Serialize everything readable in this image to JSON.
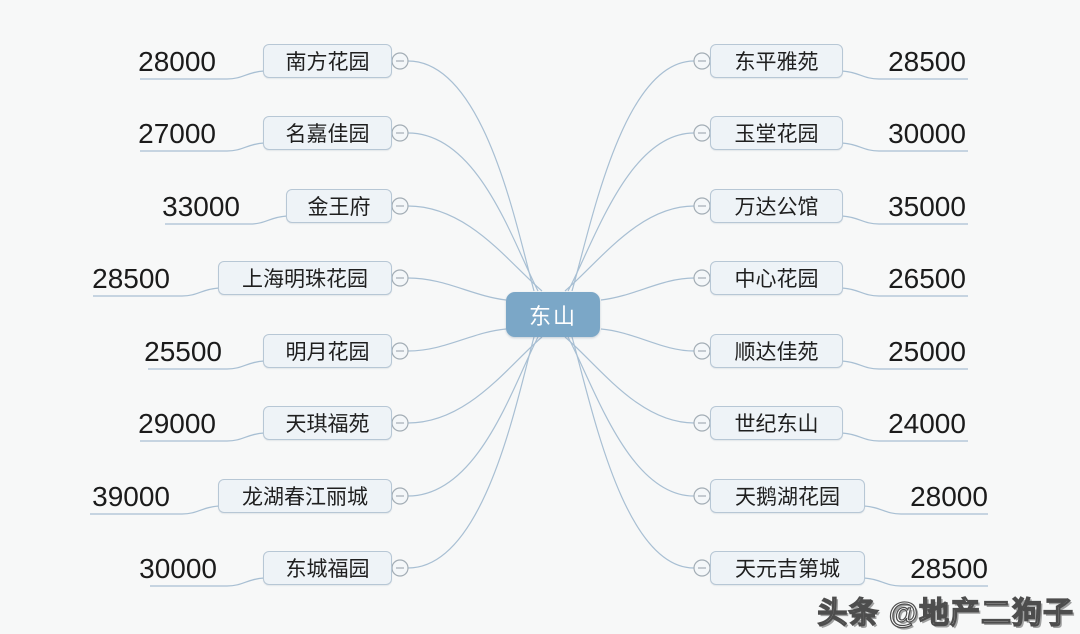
{
  "center": {
    "label": "东山"
  },
  "branches": {
    "left": [
      {
        "name": "南方花园",
        "price": "28000"
      },
      {
        "name": "名嘉佳园",
        "price": "27000"
      },
      {
        "name": "金王府",
        "price": "33000"
      },
      {
        "name": "上海明珠花园",
        "price": "28500"
      },
      {
        "name": "明月花园",
        "price": "25500"
      },
      {
        "name": "天琪福苑",
        "price": "29000"
      },
      {
        "name": "龙湖春江丽城",
        "price": "39000"
      },
      {
        "name": "东城福园",
        "price": "30000"
      }
    ],
    "right": [
      {
        "name": "东平雅苑",
        "price": "28500"
      },
      {
        "name": "玉堂花园",
        "price": "30000"
      },
      {
        "name": "万达公馆",
        "price": "35000"
      },
      {
        "name": "中心花园",
        "price": "26500"
      },
      {
        "name": "顺达佳苑",
        "price": "25000"
      },
      {
        "name": "世纪东山",
        "price": "24000"
      },
      {
        "name": "天鹅湖花园",
        "price": "28000"
      },
      {
        "name": "天元吉第城",
        "price": "28500"
      }
    ]
  },
  "watermark": {
    "text": "头条 @地产二狗子"
  },
  "colors": {
    "background": "#f7f8f8",
    "central_fill": "#7ba7c7",
    "node_fill": "#eef3f7",
    "node_border": "#b7c7d5",
    "line": "#a8bfd3",
    "text": "#1f1f1f",
    "central_text": "#ffffff"
  }
}
